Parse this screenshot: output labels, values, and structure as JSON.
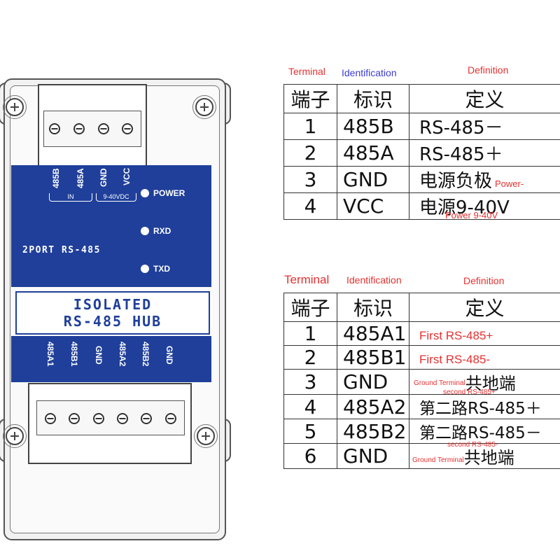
{
  "device": {
    "top_terminals": [
      "485B",
      "485A",
      "GND",
      "VCC"
    ],
    "input_caption": "IN",
    "power_caption": "9-40VDC",
    "leds": [
      "POWER",
      "RXD",
      "TXD"
    ],
    "product_line": "2PORT RS-485",
    "title_line1": "ISOLATED",
    "title_line2": "RS-485 HUB",
    "bottom_terminals": [
      "485A1",
      "485B1",
      "GND",
      "485A2",
      "485B2",
      "GND"
    ],
    "colors": {
      "panel": "#1f3f9a",
      "note_red": "#e53030"
    }
  },
  "table1": {
    "col_headers_en": [
      "Terminal",
      "Identification",
      "Definition"
    ],
    "headers_zh": [
      "端子",
      "标识",
      "定义"
    ],
    "rows": [
      {
        "num": "1",
        "id": "485B",
        "def": "RS-485－",
        "note": ""
      },
      {
        "num": "2",
        "id": "485A",
        "def": "RS-485＋",
        "note": ""
      },
      {
        "num": "3",
        "id": "GND",
        "def": "电源负极",
        "note": "Power-"
      },
      {
        "num": "4",
        "id": "VCC",
        "def": "电源9-40V",
        "note": ""
      }
    ],
    "footnote": "Power 9-40V"
  },
  "table2": {
    "col_headers_en": [
      "Terminal",
      "Identification",
      "Definition"
    ],
    "headers_zh": [
      "端子",
      "标识",
      "定义"
    ],
    "rows": [
      {
        "num": "1",
        "id": "485A1",
        "def_en": "First RS-485+"
      },
      {
        "num": "2",
        "id": "485B1",
        "def_en": "First RS-485-"
      },
      {
        "num": "3",
        "id": "GND",
        "prefix": "Ground Terminal",
        "def": "共地端"
      },
      {
        "num": "4",
        "id": "485A2",
        "def": "第二路RS-485＋",
        "above": "second RS-485+"
      },
      {
        "num": "5",
        "id": "485B2",
        "def": "第二路RS-485－",
        "below": "second RS-485-"
      },
      {
        "num": "6",
        "id": "GND",
        "prefix": "Ground Terminal",
        "def": "共地端"
      }
    ]
  }
}
